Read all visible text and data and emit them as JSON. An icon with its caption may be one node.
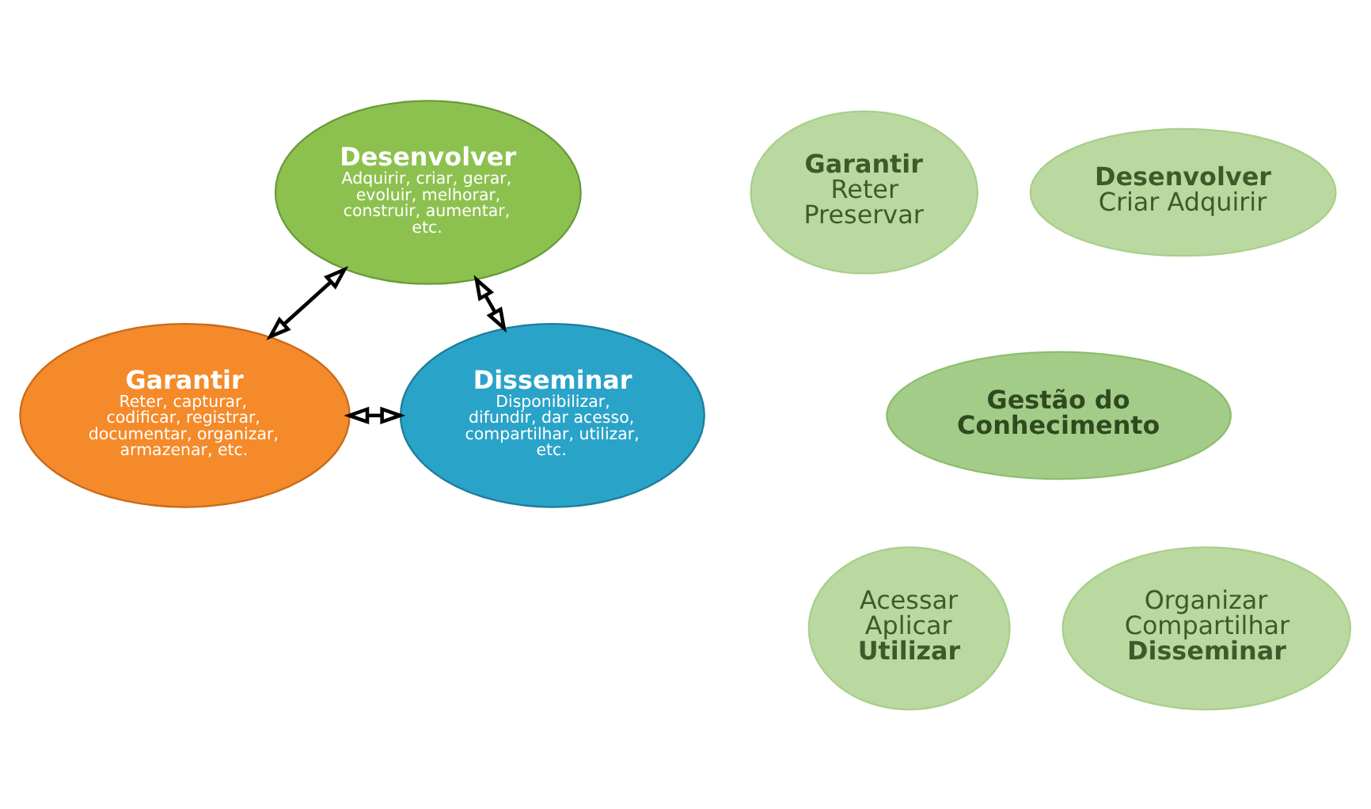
{
  "diagram": {
    "nodes": [
      {
        "text": [
          "Desenvolver",
          "Adquirir, criar, gerar, evoluir, melhorar, construir, aumentar, etc."
        ]
      },
      {
        "text": [
          "Garantir",
          "Reter, capturar, codificar, registrar, documentar, organizar, armazenar, etc."
        ]
      },
      {
        "text": [
          "Disseminar",
          "Disponibilizar, difundir, dar acesso, compartilhar, utilizar, etc."
        ]
      },
      {
        "text": [
          "Garantir",
          "Reter Preservar"
        ]
      },
      {
        "text": [
          "Desenvolver",
          "Criar Adquirir"
        ]
      },
      {
        "text": [
          "Gestão do Conhecimento"
        ]
      },
      {
        "text": [
          "Acessar Aplicar",
          "Utilizar"
        ]
      },
      {
        "text": [
          "Organizar Compartilhar",
          "Disseminar"
        ]
      }
    ],
    "edges": [
      {
        "from": 0,
        "to": 1,
        "arrow": "both"
      },
      {
        "from": 0,
        "to": 2,
        "arrow": "both"
      },
      {
        "from": 1,
        "to": 2,
        "arrow": "both"
      }
    ]
  }
}
